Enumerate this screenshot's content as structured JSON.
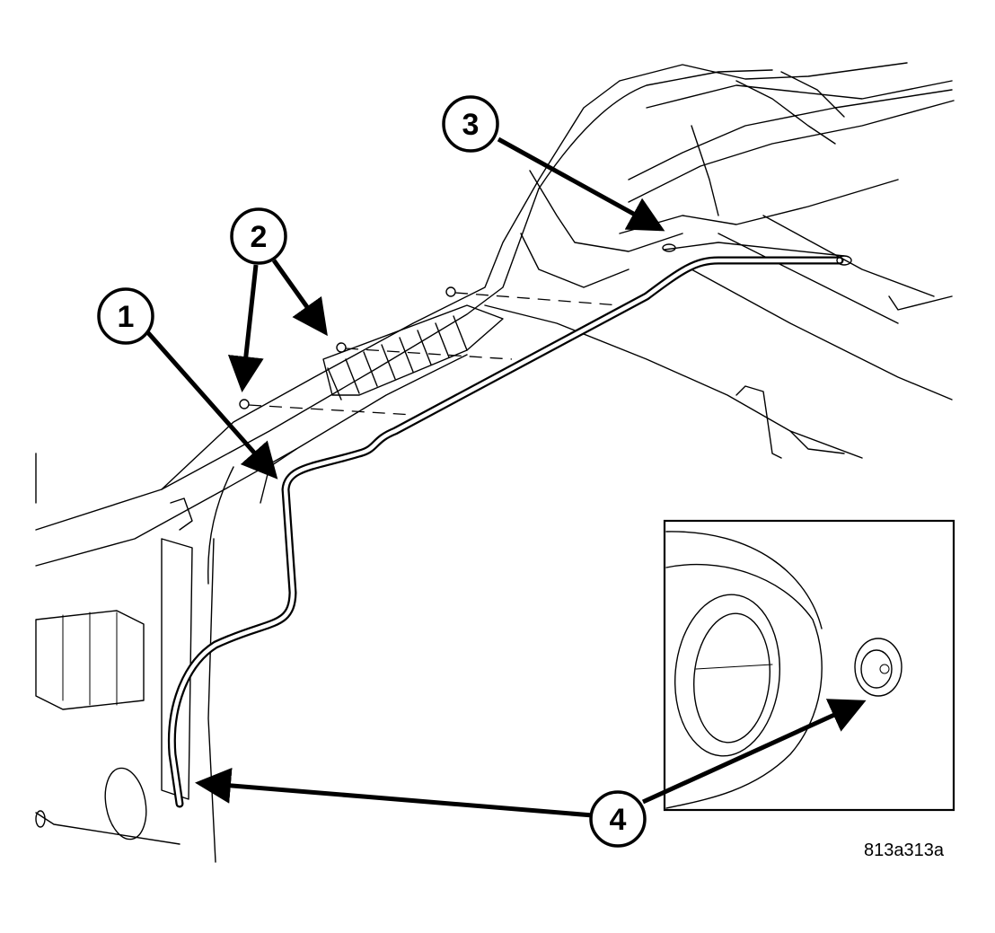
{
  "figure_id": "813a313a",
  "callouts": [
    {
      "number": "1",
      "part": "tube"
    },
    {
      "number": "2",
      "part": "clip-locations"
    },
    {
      "number": "3",
      "part": "tube-end"
    },
    {
      "number": "4",
      "part": "grommet"
    }
  ]
}
